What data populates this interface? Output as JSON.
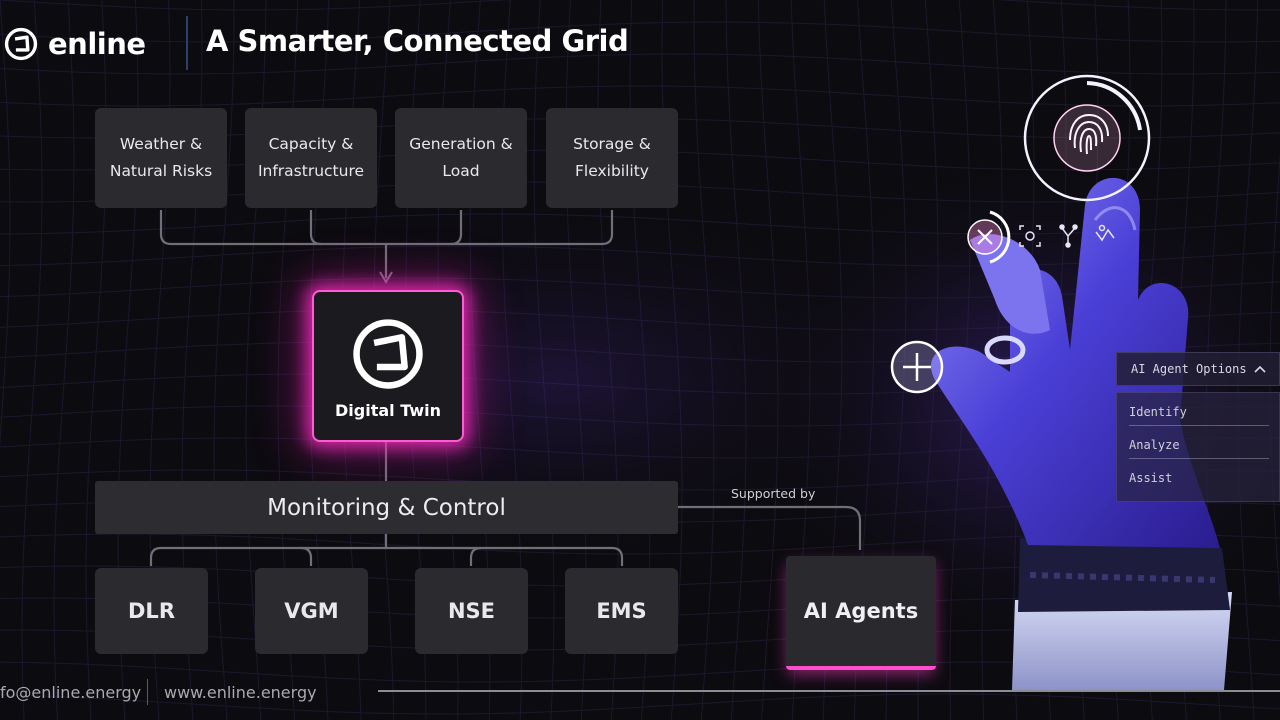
{
  "header": {
    "brand": "enline",
    "title": "A Smarter, Connected Grid"
  },
  "inputs": [
    {
      "label": "Weather &\nNatural Risks"
    },
    {
      "label": "Capacity &\nInfrastructure"
    },
    {
      "label": "Generation &\nLoad"
    },
    {
      "label": "Storage &\nFlexibility"
    }
  ],
  "digital_twin": {
    "label": "Digital Twin"
  },
  "monitoring": {
    "label": "Monitoring & Control"
  },
  "modules": [
    {
      "label": "DLR"
    },
    {
      "label": "VGM"
    },
    {
      "label": "NSE"
    },
    {
      "label": "EMS"
    }
  ],
  "support": {
    "label": "Supported by",
    "agents_label": "AI Agents"
  },
  "agent_panel": {
    "title": "AI Agent Options",
    "options": [
      "Identify",
      "Analyze",
      "Assist"
    ]
  },
  "footer": {
    "email": "fo@enline.energy",
    "website": "www.enline.energy"
  },
  "icons": {
    "brand": "enline-logo-icon",
    "twin": "enline-logo-icon",
    "fingerprint": "fingerprint-icon",
    "close": "close-icon",
    "scan": "scan-icon",
    "network": "network-icon",
    "diagnostics": "diagnostics-icon",
    "add": "plus-icon",
    "chevron": "chevron-up-icon"
  },
  "colors": {
    "accent": "#ff3fc8",
    "box": "#2b2a2e",
    "background": "#0c0b0f"
  }
}
